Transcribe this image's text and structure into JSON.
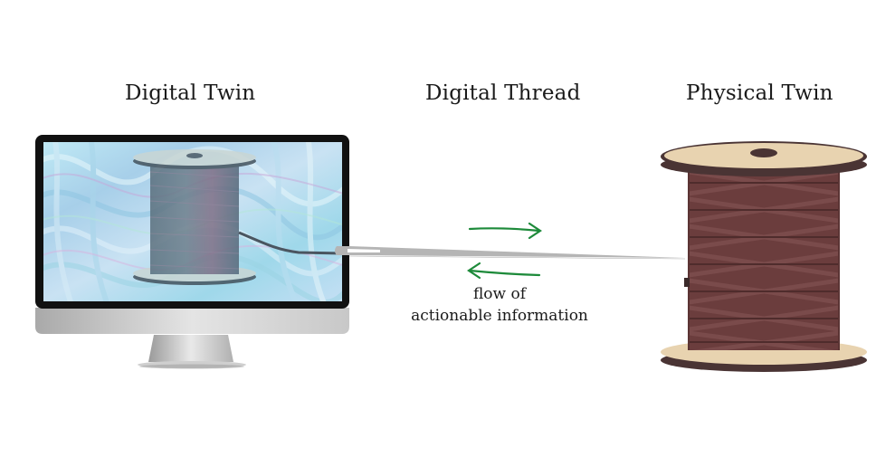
{
  "headings": {
    "digital_twin": "Digital Twin",
    "digital_thread": "Digital Thread",
    "physical_twin": "Physical Twin"
  },
  "caption": {
    "line1": "flow of",
    "line2": "actionable information"
  },
  "colors": {
    "arrow": "#1d8a3a",
    "needle": "#b5b5b5",
    "spool_flange": "#e8d3b0",
    "spool_rim": "#4a3434",
    "thread": "#6b3d3d",
    "monitor_frame": "#111111",
    "monitor_body": "#d9d9d9"
  }
}
